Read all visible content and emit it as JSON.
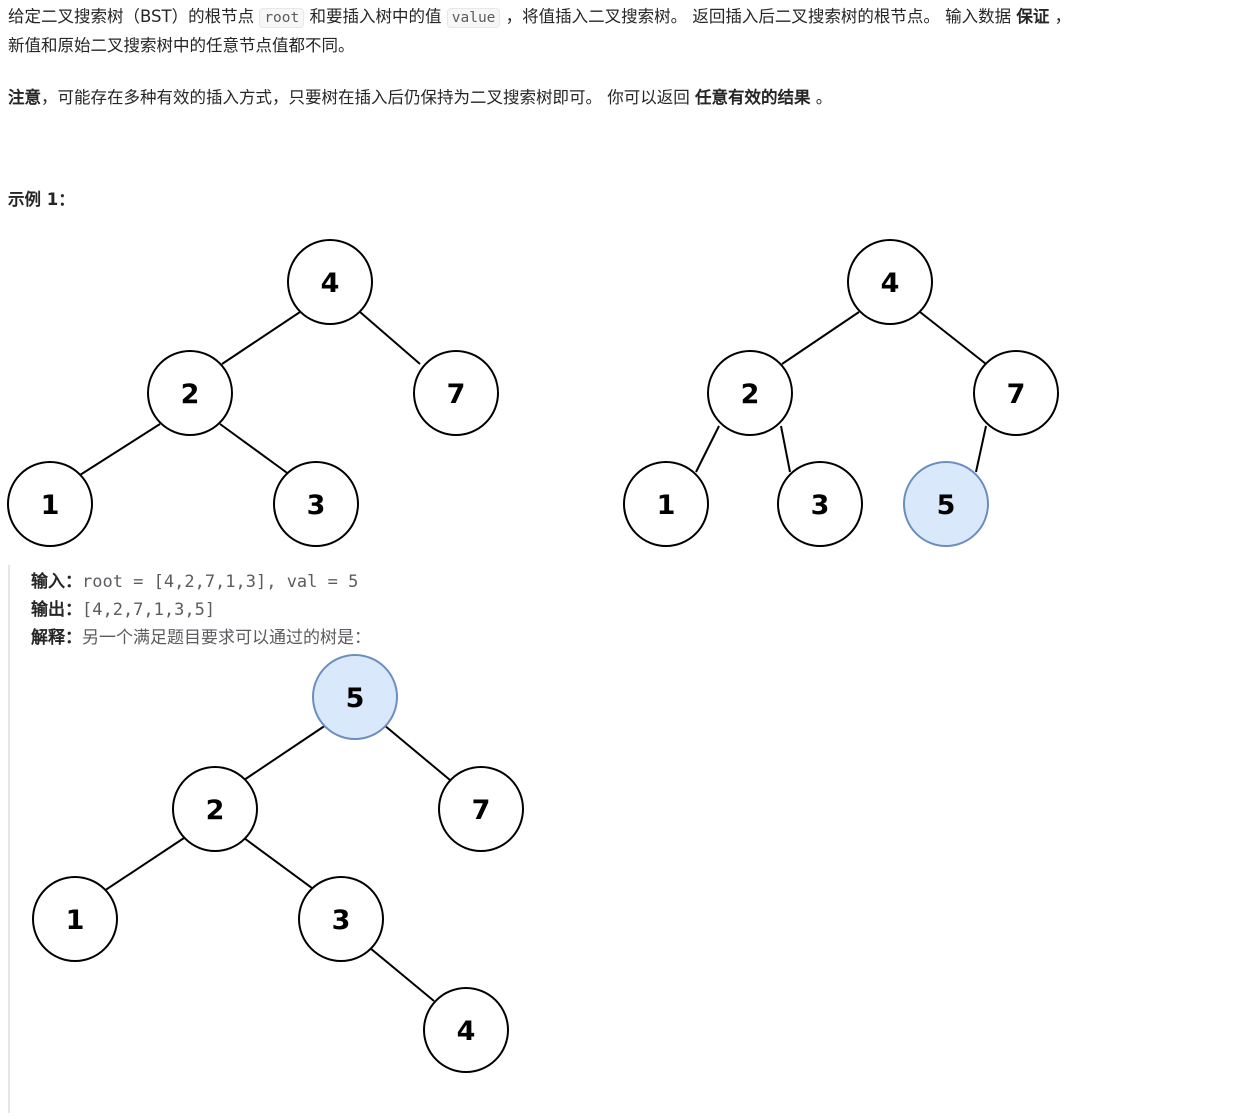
{
  "description": {
    "p1_a": "给定二叉搜索树（BST）的根节点 ",
    "p1_code1": "root",
    "p1_b": " 和要插入树中的值 ",
    "p1_code2": "value",
    "p1_c": " ，将值插入二叉搜索树。 返回插入后二叉搜索树的根节点。 输入数据 ",
    "p1_bold": "保证",
    "p1_d": " ，",
    "p1_line2": "新值和原始二叉搜索树中的任意节点值都不同。",
    "p2_bold1": "注意",
    "p2_a": "，可能存在多种有效的插入方式，只要树在插入后仍保持为二叉搜索树即可。 你可以返回 ",
    "p2_bold2": "任意有效的结果",
    "p2_b": " 。"
  },
  "example": {
    "title": "示例 1：",
    "input_label": "输入：",
    "input_value": "root = [4,2,7,1,3], val = 5",
    "output_label": "输出：",
    "output_value": "[4,2,7,1,3,5]",
    "explain_label": "解释：",
    "explain_value": "另一个满足题目要求可以通过的树是："
  },
  "trees": {
    "before": [
      "4",
      "2",
      "7",
      "1",
      "3"
    ],
    "after": [
      "4",
      "2",
      "7",
      "1",
      "3",
      "5"
    ],
    "alternative": [
      "5",
      "2",
      "7",
      "1",
      "3",
      "4"
    ]
  },
  "colors": {
    "node_fill": "#ffffff",
    "highlight_fill": "#dae8fc",
    "highlight_stroke": "#6c8ebf",
    "stroke": "#000000"
  }
}
